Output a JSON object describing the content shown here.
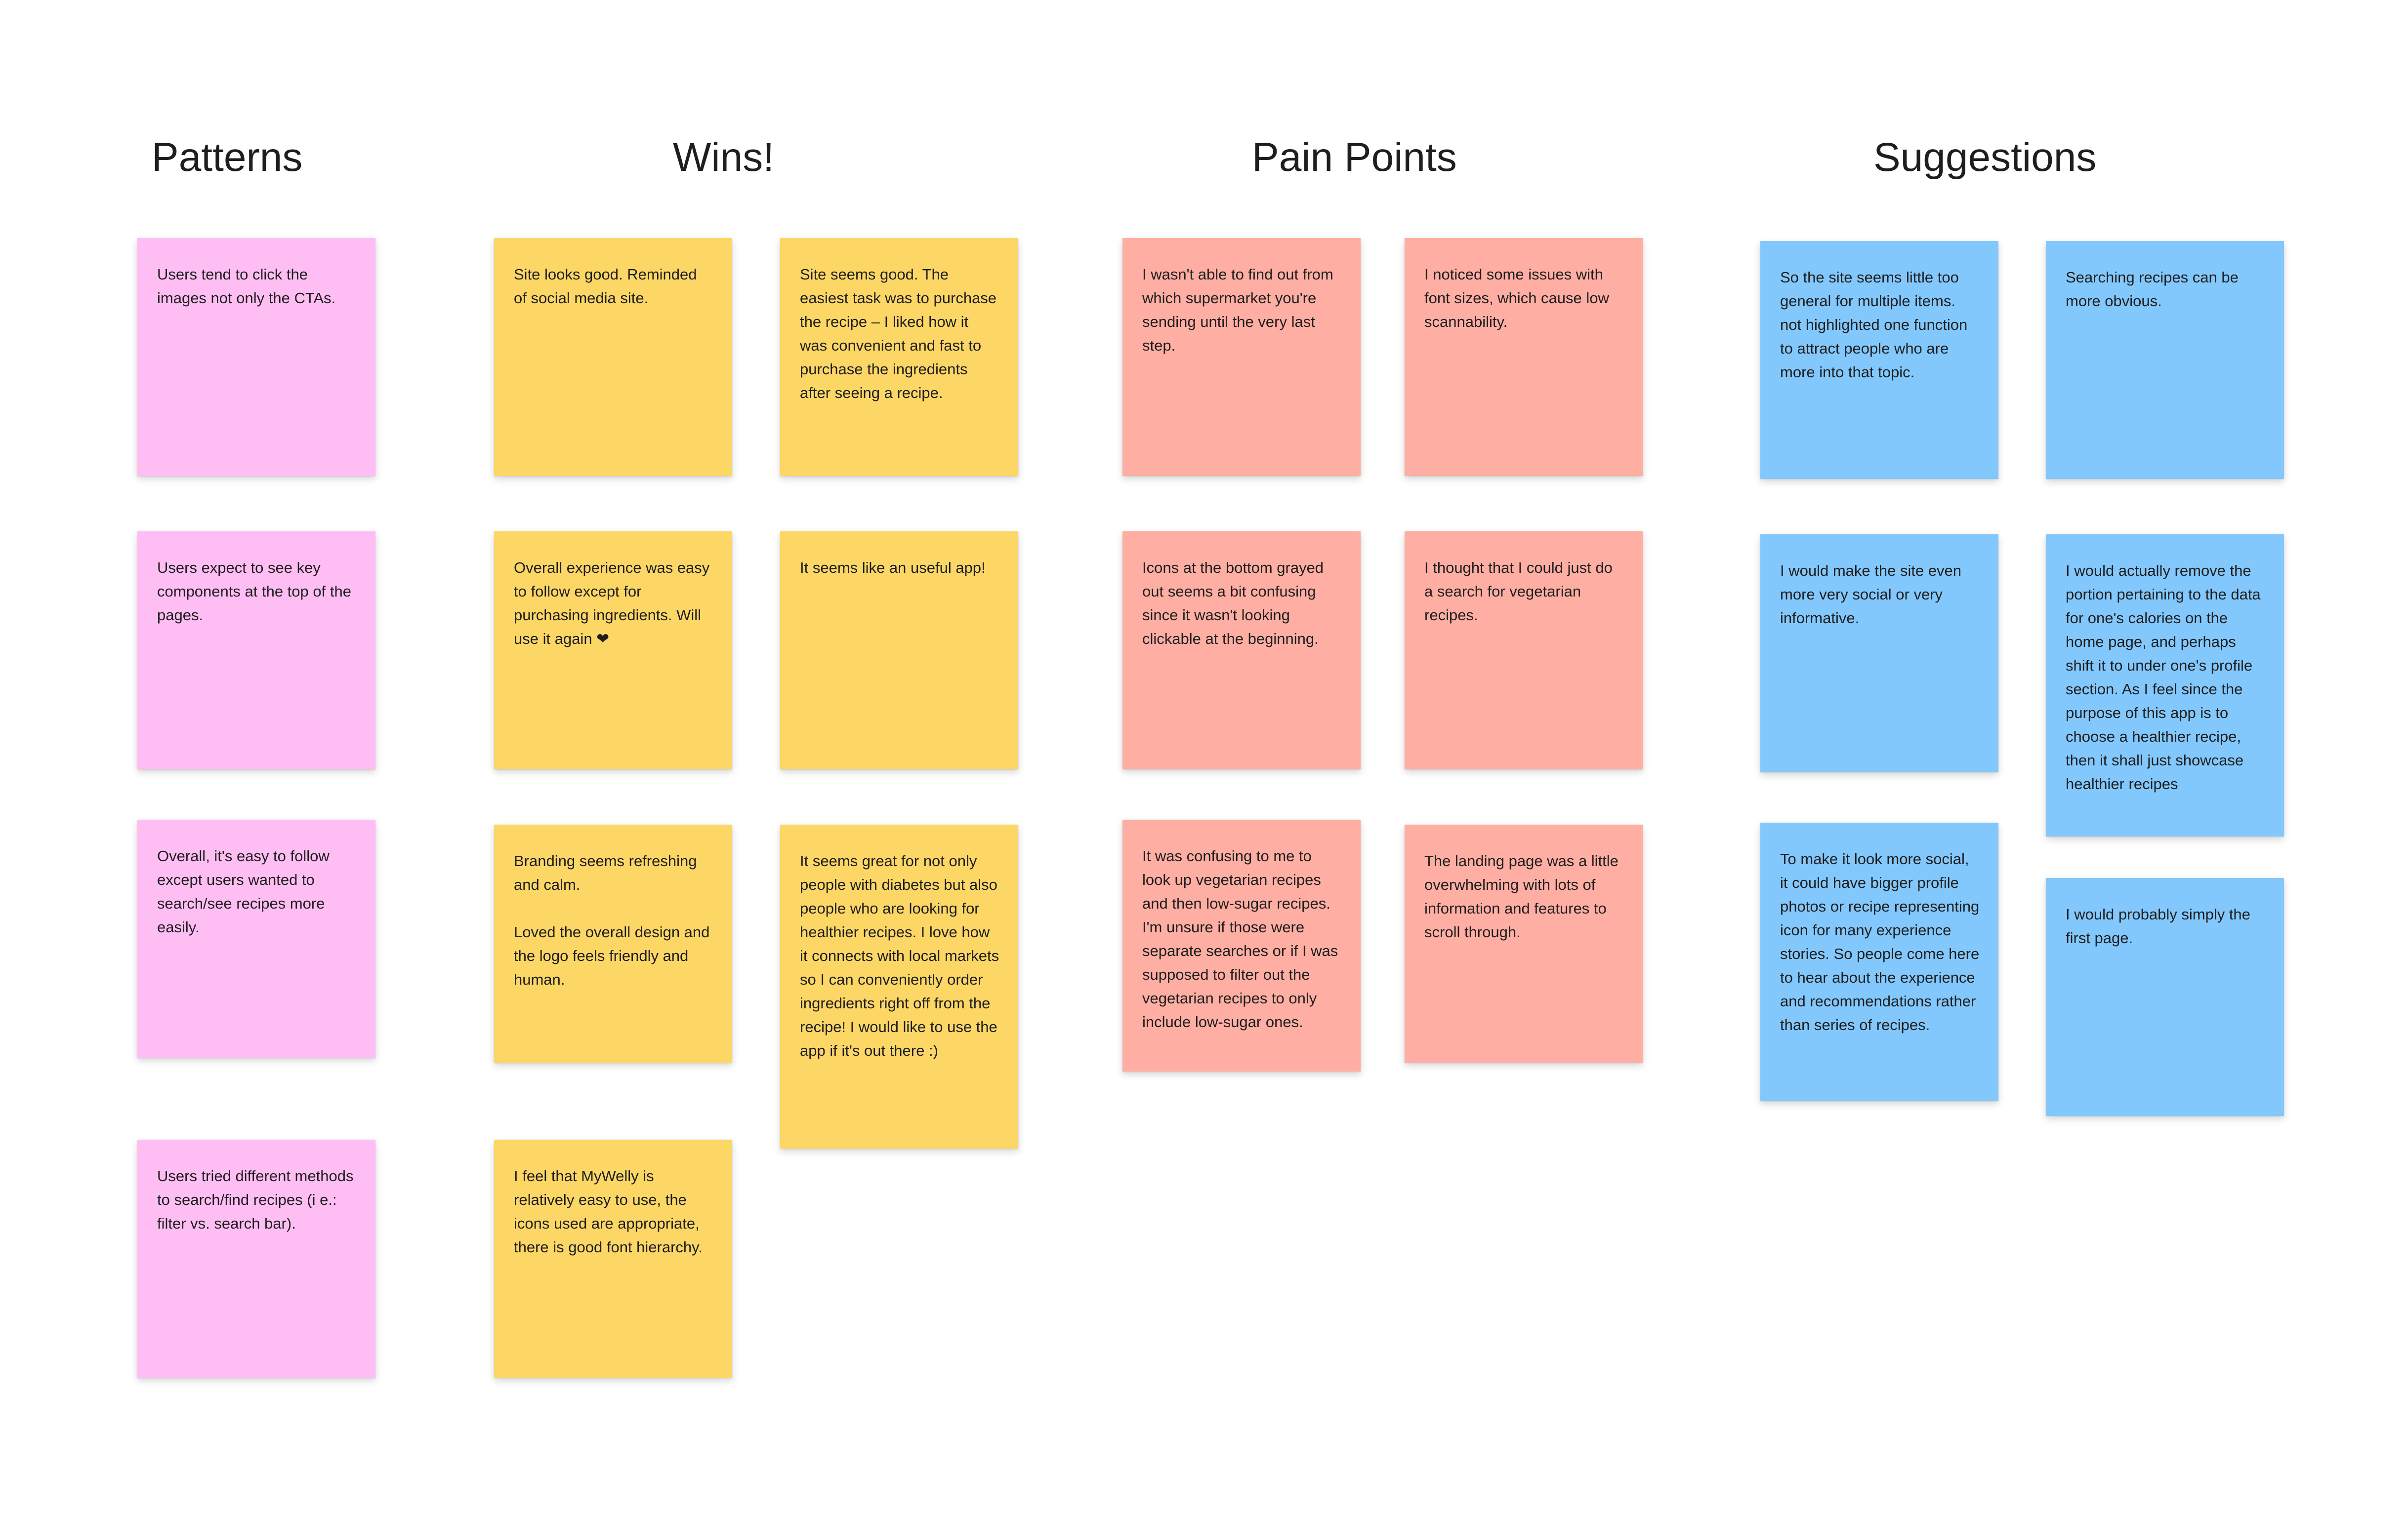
{
  "board": {
    "columns": [
      {
        "title": "Patterns"
      },
      {
        "title": "Wins!"
      },
      {
        "title": "Pain Points"
      },
      {
        "title": "Suggestions"
      }
    ],
    "colors": {
      "pink": "#ffbef3",
      "yellow": "#fdd766",
      "red": "#feaea3",
      "blue": "#82c8fd"
    },
    "notes": {
      "patterns": [
        "Users tend to click the images not only the CTAs.",
        "Users expect to see key components at the top of the pages.",
        "Overall, it's easy to follow except users wanted to search/see recipes more easily.",
        "Users tried different methods to search/find recipes (i e.: filter vs. search bar)."
      ],
      "wins": [
        "Site looks good. Reminded of social media site.",
        "Site seems good. The easiest task was to purchase the recipe – I liked how it was convenient and fast to purchase the ingredients after seeing a recipe.",
        "Overall experience was easy to follow except for purchasing ingredients. Will use it again ❤",
        "It seems like an useful app!",
        "Branding seems refreshing and calm.\n\nLoved the overall design and the logo feels friendly and human.",
        "It seems great for not only people with diabetes but also people who are looking for healthier recipes. I love how it connects with local markets so I can conveniently order ingredients right off from the recipe! I would like to use the app if it's out there :)",
        "I feel that MyWelly is relatively easy to use, the icons used are appropriate, there is good font hierarchy."
      ],
      "pain_points": [
        "I wasn't able to find out from which supermarket you're sending until the very last step.",
        "I noticed some issues with font sizes, which cause low scannability.",
        "Icons at the bottom grayed out seems a bit confusing since it wasn't looking clickable at the beginning.",
        "I thought that I could just do a search for vegetarian recipes.",
        "It was confusing to me to look up vegetarian recipes and then low-sugar recipes. I'm unsure if those were separate searches or if I was supposed to filter out the vegetarian recipes to only include low-sugar ones.",
        "The landing page was a little overwhelming with lots of information and features to scroll through."
      ],
      "suggestions": [
        "So the site seems little too general for multiple items. not highlighted one function to attract people who are more into that topic.",
        "Searching recipes can be more obvious.",
        "I would make the site even more very social or very informative.",
        "I would actually remove the portion pertaining to the data for one's calories on the home page, and perhaps shift it to under one's profile section. As I feel since the purpose of this app is to choose a healthier recipe, then it shall just showcase healthier recipes",
        "To make it look more social, it could have bigger profile photos or recipe representing icon for many experience stories. So people come here to hear about the experience and recommendations rather than series of recipes.",
        "I would probably simply the first page."
      ]
    }
  }
}
